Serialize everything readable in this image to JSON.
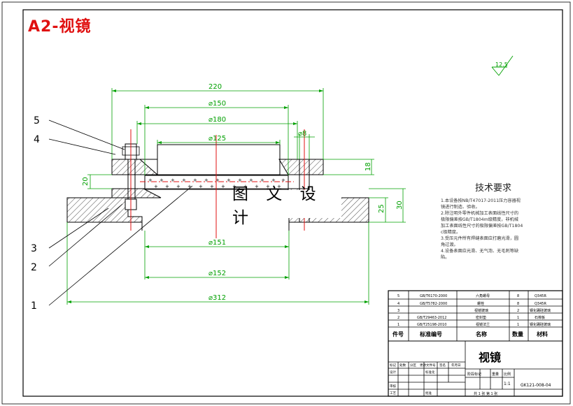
{
  "sheet_tag": "A2-视镜",
  "watermark": "图 文 设 计",
  "surface_finish": "12.5",
  "dimensions": {
    "d220": "220",
    "d150": "⌀150",
    "d180": "⌀180",
    "d125": "⌀125",
    "d8": "⌀8",
    "d18": "18",
    "d20": "20",
    "d25": "25",
    "d30": "30",
    "d151": "⌀151",
    "d152": "⌀152",
    "d312": "⌀312"
  },
  "balloons": [
    "5",
    "4",
    "3",
    "2",
    "1"
  ],
  "tech_req": {
    "title": "技术要求",
    "lines": [
      "1.本设备按NB/T47017-2011压力容器视",
      "镜进行制造、验收。",
      "2.除注明外零件机械加工表面线性尺寸的",
      "极限偏差按GB/T1804m级精度，非机械",
      "加工表面线性尺寸的极限偏差按GB/T1804",
      "c级精度。",
      "3.受压元件所有焊缝表面应打磨光滑，圆",
      "角过渡。",
      "4.设备表面应光滑、无气泡、无毛刺等缺",
      "陷。"
    ]
  },
  "bom": {
    "rows": [
      {
        "no": "5",
        "code": "GB/T6170-2000",
        "name": "六角螺母",
        "qty": "8",
        "mat": "Q345R"
      },
      {
        "no": "4",
        "code": "GB/T5782-2000",
        "name": "螺栓",
        "qty": "8",
        "mat": "Q345R"
      },
      {
        "no": "3",
        "code": "",
        "name": "视镜玻璃",
        "qty": "2",
        "mat": "钢化硼硅玻璃"
      },
      {
        "no": "2",
        "code": "GB/T29463-2012",
        "name": "密封垫",
        "qty": "1",
        "mat": "石棉板"
      },
      {
        "no": "1",
        "code": "GB/T25198-2010",
        "name": "视镜法兰",
        "qty": "1",
        "mat": "钢化硼硅玻璃"
      }
    ],
    "headers": {
      "no": "件号",
      "code": "标准编号",
      "name": "名称",
      "qty": "数量",
      "mat": "材料"
    }
  },
  "title_block": {
    "drawing_title": "视镜",
    "drawing_no": "GK121-008-04",
    "scale": "1:1",
    "stage_label": "阶段标记",
    "weight_label": "重量",
    "ratio_label": "比例",
    "sheet_info": "共 1 张  第 1 张",
    "designer_label": "设计",
    "standard_label": "标准化",
    "review_label": "审核",
    "process_label": "工艺",
    "approve_label": "批准",
    "revision_headers": [
      "标记",
      "处数",
      "分区",
      "更改文件号",
      "签名",
      "年月日"
    ]
  }
}
